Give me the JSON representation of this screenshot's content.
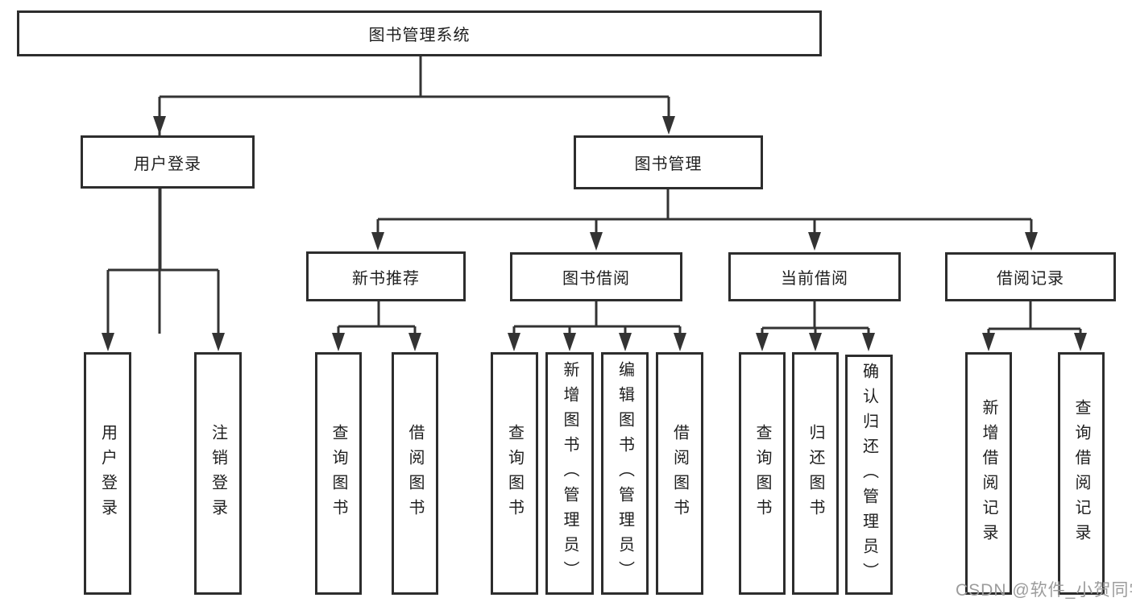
{
  "root": {
    "label": "图书管理系统"
  },
  "user_login": {
    "label": "用户登录",
    "children": [
      "用户登录",
      "注销登录"
    ]
  },
  "book_mgmt": {
    "label": "图书管理"
  },
  "new_books": {
    "label": "新书推荐",
    "children": [
      "查询图书",
      "借阅图书"
    ]
  },
  "book_borrow": {
    "label": "图书借阅",
    "children": [
      "查询图书",
      "新增图书（管理员）",
      "编辑图书（管理员）",
      "借阅图书"
    ]
  },
  "current_borrow": {
    "label": "当前借阅",
    "children": [
      "查询图书",
      "归还图书",
      "确认归还（管理员）"
    ]
  },
  "borrow_records": {
    "label": "借阅记录",
    "children": [
      "新增借阅记录",
      "查询借阅记录"
    ]
  },
  "watermark": "CSDN @软件_小贺同学",
  "colors": {
    "line": "#333333",
    "box_border": "#2d2d2d",
    "text": "#1f1f1f",
    "watermark": "#9c9c9c",
    "background": "#ffffff"
  }
}
